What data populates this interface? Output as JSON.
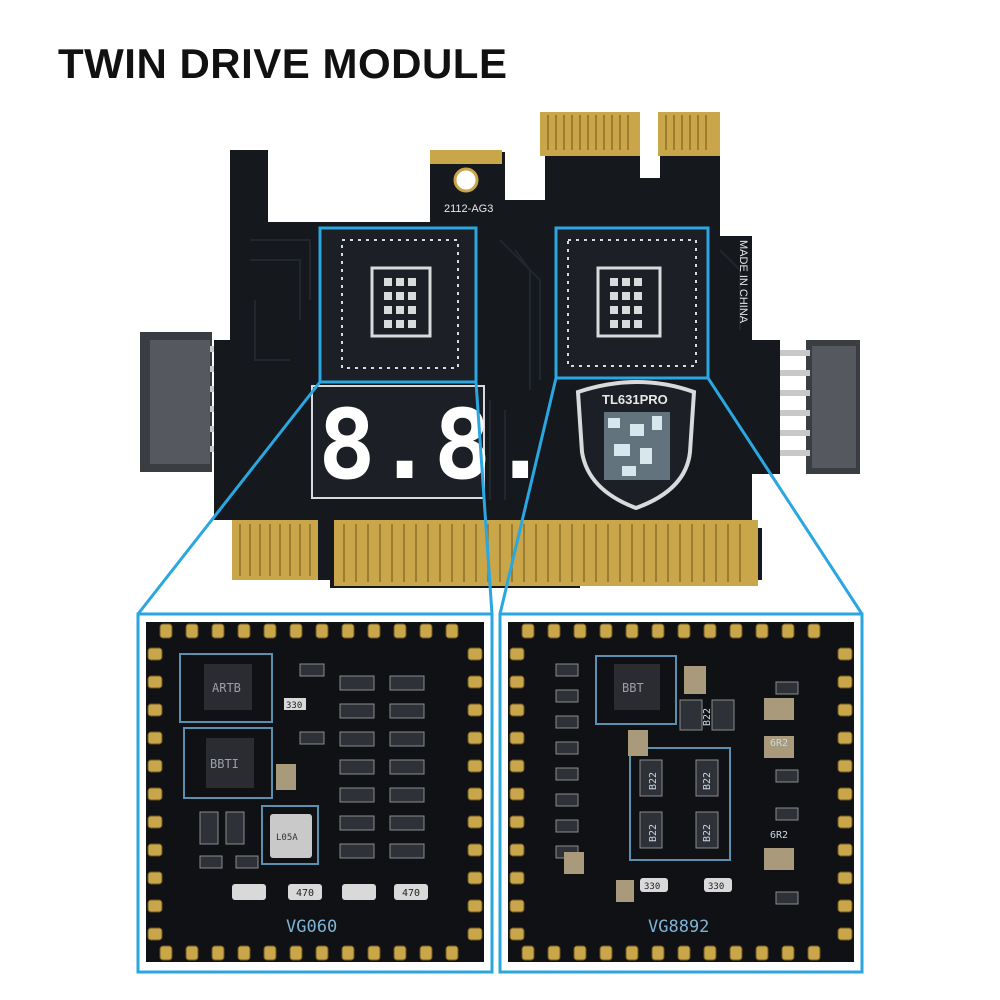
{
  "title": "TWIN DRIVE MODULE",
  "board": {
    "part_number": "2112-AG3",
    "origin": "MADE IN CHINA",
    "shield_label": "TL631PRO",
    "display_digits": "8.8."
  },
  "chips": {
    "left": {
      "label": "VG060",
      "components": [
        "ARTB",
        "BBTI",
        "330",
        "L05A",
        "470",
        "470"
      ]
    },
    "right": {
      "label": "VG8892",
      "components": [
        "BBT",
        "B22",
        "B22",
        "B22",
        "B22",
        "B22",
        "6R2",
        "6R2",
        "330",
        "330"
      ]
    }
  },
  "colors": {
    "pcb": "#15181d",
    "gold": "#c9a64a",
    "highlight": "#2aa7e0",
    "silkscreen": "#e6e8ea"
  }
}
